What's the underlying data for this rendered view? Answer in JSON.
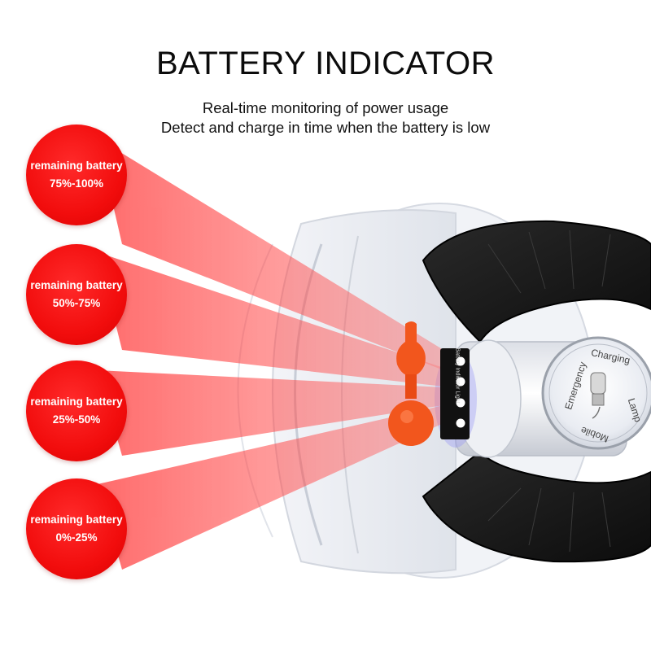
{
  "header": {
    "title": "BATTERY INDICATOR",
    "subtitle_line1": "Real-time monitoring of power usage",
    "subtitle_line2": "Detect and charge in time when the battery is low"
  },
  "indicators": [
    {
      "label": "remaining battery",
      "range": "75%-100%"
    },
    {
      "label": "remaining battery",
      "range": "50%-75%"
    },
    {
      "label": "remaining battery",
      "range": "25%-50%"
    },
    {
      "label": "remaining battery",
      "range": "0%-25%"
    }
  ],
  "product": {
    "panel_text": "Battery Indicator Light",
    "badge_text_top": "Charging",
    "badge_text_left": "Emergency",
    "badge_text_right": "Lamp",
    "badge_text_bottom": "Mobile"
  },
  "colors": {
    "indicator_red": "#f20d0d",
    "beam_red": "#ff4a4a",
    "panel_black": "#111111"
  }
}
